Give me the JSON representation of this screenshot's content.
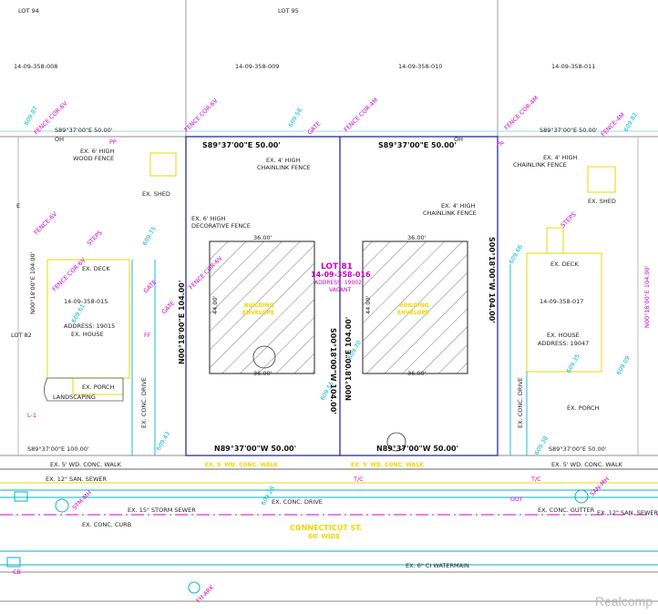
{
  "lots": {
    "lot94": "LOT 94",
    "lot95": "LOT 95",
    "lot82": "LOT 82",
    "lot81_title": "LOT 81",
    "lot81_parcel": "14-09-358-016",
    "lot81_note1": "ADDRESS: 19002",
    "lot81_note2": "VACANT"
  },
  "parcels": {
    "p008": "14-09-358-008",
    "p009": "14-09-358-009",
    "p010": "14-09-358-010",
    "p011": "14-09-358-011",
    "left_parcel": "14-09-358-015",
    "left_address": "ADDRESS: 19015",
    "left_house": "EX. HOUSE",
    "right_parcel": "14-09-358-017",
    "right_house": "EX. HOUSE",
    "right_address": "ADDRESS: 19047"
  },
  "bearings": {
    "top_left": "S89°37'00\"E 50.00'",
    "top_right": "S89°37'00\"E 50.00'",
    "bottom_left": "N89°37'00\"W 50.00'",
    "bottom_right": "N89°37'00\"W 50.00'",
    "far_left_top": "S89°37'00\"E 50.00'",
    "far_right_top": "S89°37'00\"E 50.00'",
    "far_left_bottom": "S89°37'00\"E 100.00'",
    "far_right_bottom": "S89°37'00\"E 50.00'",
    "west_side": "N00°18'00\"E 104.00'",
    "center_a": "S00°18'00\"W 104.00'",
    "center_b": "N00°18'00\"E 104.00'",
    "east_side": "S00°18'00\"W 104.00'",
    "left_edge": "N00°18'00\"E 104.00'",
    "right_edge": "N00°18'00\"E 104.00'"
  },
  "building": {
    "width_top": "36.00'",
    "width_bottom": "36.00'",
    "depth": "44.00'",
    "label_a1": "BUILDING",
    "label_a2": "ENVELOPE",
    "label_b1": "BUILDING",
    "label_b2": "ENVELOPE"
  },
  "features": {
    "wood_fence_1": "EX. 6' HIGH",
    "wood_fence_2": "WOOD FENCE",
    "chainlink_c1": "EX. 4' HIGH",
    "chainlink_c2": "CHAINLINK FENCE",
    "chainlink_r1": "EX. 4' HIGH",
    "chainlink_r2": "CHAINLINK FENCE",
    "chainlink_e1": "EX. 4' HIGH",
    "chainlink_e2": "CHAINLINK FENCE",
    "decor_1": "EX. 6' HIGH",
    "decor_2": "DECORATIVE FENCE",
    "shed_left": "EX. SHED",
    "shed_right": "EX. SHED",
    "deck_left": "EX. DECK",
    "deck_right": "EX. DECK",
    "porch_left": "EX. PORCH",
    "porch_right": "EX. PORCH",
    "landscaping": "LANDSCAPING",
    "drive_left": "EX. CONC. DRIVE",
    "drive_right": "EX. CONC. DRIVE",
    "walk_left": "EX. 5' WD. CONC. WALK",
    "walk_mid1": "EX. 5' WD. CONC. WALK",
    "walk_mid2": "EX. 5' WD. CONC. WALK",
    "walk_right": "EX. 5' WD. CONC. WALK",
    "san_sewer_left": "EX. 12\" SAN. SEWER",
    "san_sewer_right": "EX. 12\" SAN. SEWER",
    "storm_sewer": "EX. 15\" STORM SEWER",
    "conc_curb": "EX. CONC. CURB",
    "conc_drive_mid": "EX. CONC. DRIVE",
    "conc_gutter": "EX. CONC. GUTTER",
    "watermain": "EX. 6\" CI WATERMAIN",
    "street_name": "CONNECTICUT ST.",
    "street_width": "60' WIDE",
    "gate1": "GATE",
    "gate2": "GATE",
    "gate3": "GATE",
    "steps1": "STEPS",
    "steps2": "STEPS",
    "fence_cor_1": "FENCE COR-6V",
    "fence_cor_2": "FENCE COR-6V",
    "fence_cor_3": "FENCE COR-4M",
    "fence_cor_4": "FENCE COR-4M",
    "fence_cor_5": "FENCE COR-6V",
    "fence_cor_6": "FENCE COR-6V",
    "fence_6v": "FENCE-6V",
    "fence_4m": "FENCE-4M",
    "stm_mh": "STM-MH",
    "san_mh": "SAN-MH",
    "fh_ark": "FH-ARK",
    "cb": "CB",
    "oh1": "OH",
    "oh2": "OH",
    "pp1": "PP",
    "pp2": "PP",
    "tc1": "T/C",
    "tc2": "T/C",
    "gut": "GUT",
    "lot_e": "E",
    "lot_l1": "L-1",
    "lot_ff": "FF"
  },
  "elevations": [
    "609.87",
    "609.58",
    "609.70",
    "609.55",
    "609.09",
    "609.66",
    "609.82",
    "609.61",
    "609.75",
    "609.43",
    "609.38",
    "609.35",
    "609.28"
  ],
  "watermark": "Realcomp",
  "colors": {
    "property_line": "#1a1a8c",
    "elevation": "#00b4c8",
    "utility": "#d000d0",
    "highlight": "#e8d800",
    "magenta_title": "#cc00cc"
  }
}
